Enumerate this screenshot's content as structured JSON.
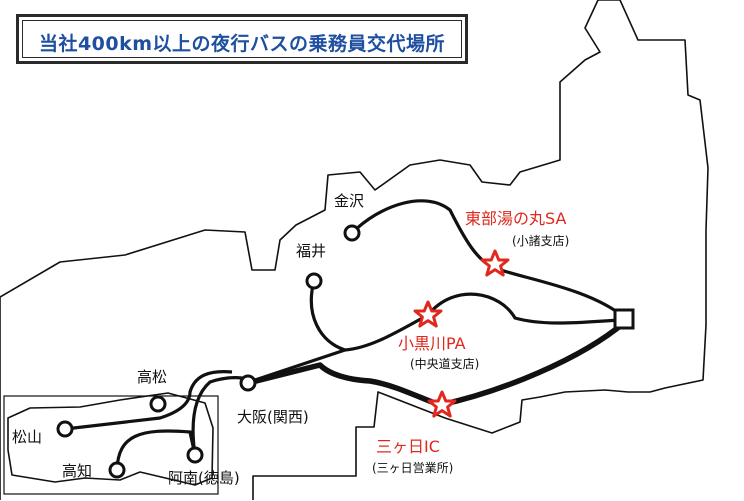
{
  "title": "当社400km以上の夜行バスの乗務員交代場所",
  "colors": {
    "title": "#1f4fa0",
    "red": "#e0281e",
    "line": "#111111"
  },
  "cities": {
    "kanazawa": "金沢",
    "fukui": "福井",
    "takamatsu": "高松",
    "matsuyama": "松山",
    "kochi": "高知",
    "anan": "阿南(徳島)",
    "osaka": "大阪(関西)"
  },
  "rest_stops": {
    "tobu": {
      "name": "東部湯の丸SA",
      "branch": "(小諸支店)"
    },
    "oguro": {
      "name": "小黒川PA",
      "branch": "(中央道支店)"
    },
    "mikka": {
      "name": "三ヶ日IC",
      "branch": "(三ヶ日営業所)"
    }
  }
}
